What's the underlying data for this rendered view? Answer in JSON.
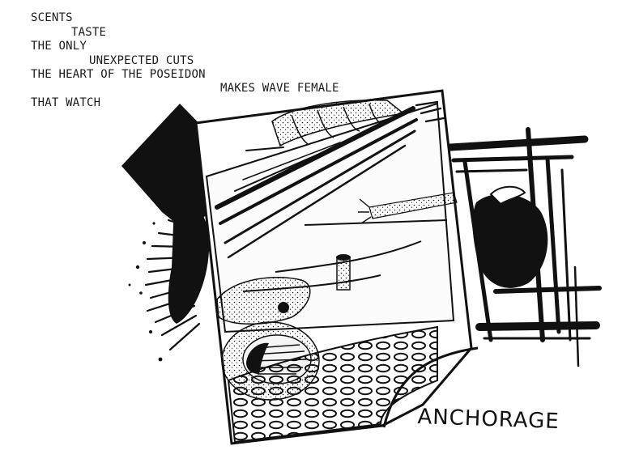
{
  "poem": {
    "lines": [
      "SCENTS",
      "TASTE",
      "THE ONLY",
      "UNEXPECTED CUTS",
      "THE HEART OF THE POSEIDON",
      "MAKES WAVE FEMALE",
      "THAT WATCH"
    ]
  },
  "collage": {
    "caption": "ANCHORAGE",
    "ink_color": "#111111",
    "paper_color": "#ffffff"
  }
}
